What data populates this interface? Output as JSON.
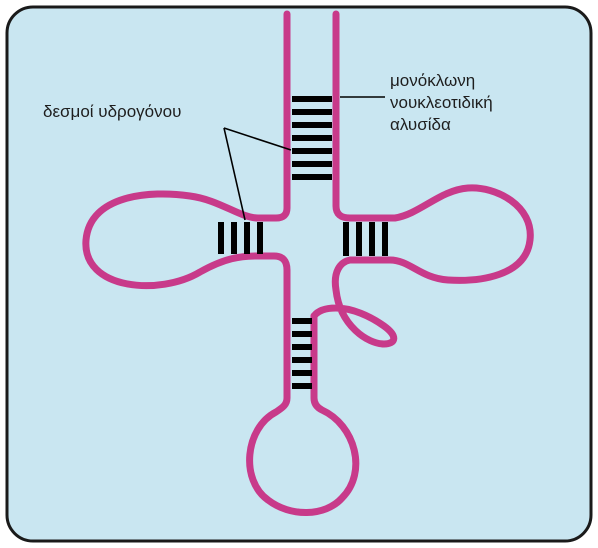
{
  "diagram": {
    "type": "tRNA cloverleaf structure",
    "labels": {
      "hydrogen_bonds": "δεσμοί υδρογόνου",
      "single_strand_line1": "μονόκλωνη",
      "single_strand_line2": "νουκλεοτιδική",
      "single_strand_line3": "αλυσίδα"
    },
    "colors": {
      "background": "#c9e6f1",
      "frame": "#1a1a1a",
      "strand": "#c83a8a",
      "bonds": "#000000",
      "pointer_lines": "#000000"
    }
  }
}
